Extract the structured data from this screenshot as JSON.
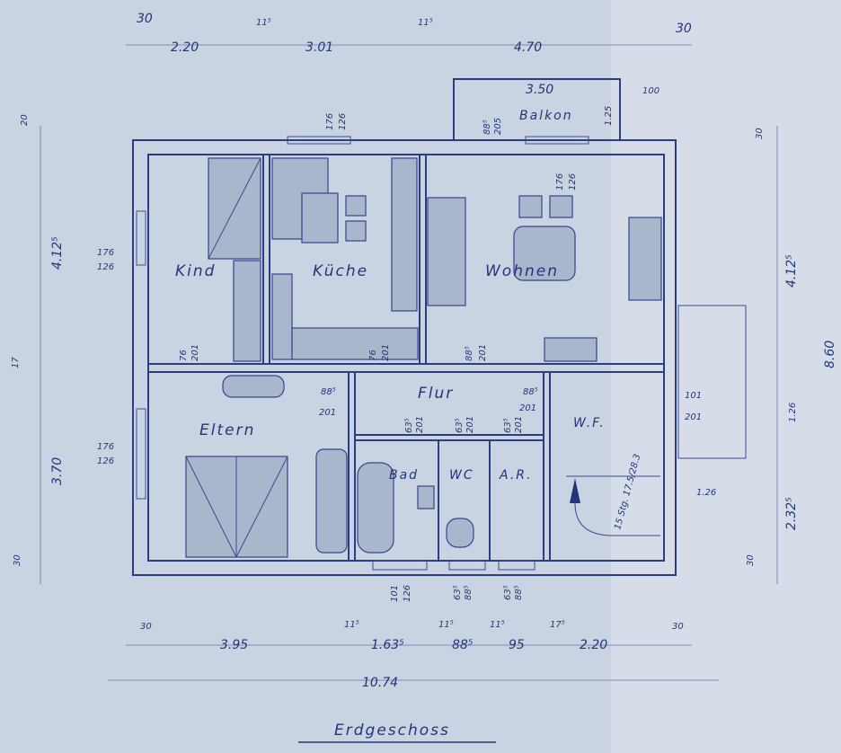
{
  "title": "Erdgeschoss",
  "rooms": {
    "kind": "Kind",
    "kueche": "Küche",
    "wohnen": "Wohnen",
    "balkon": "Balkon",
    "eltern": "Eltern",
    "flur": "Flur",
    "bad": "Bad",
    "wc": "WC",
    "ar": "A.R.",
    "wf": "W.F."
  },
  "top_dims": [
    "30",
    "2.20",
    "11⁵",
    "3.01",
    "11⁵",
    "4.70",
    "30"
  ],
  "balcony_dims": {
    "width": "3.50",
    "side": "100",
    "depth": "1.25"
  },
  "bottom_dims": [
    "30",
    "3.95",
    "11⁵",
    "1.63⁵",
    "11⁵",
    "88⁵",
    "11⁵",
    "95",
    "17⁵",
    "2.20",
    "30"
  ],
  "total_width": "10.74",
  "left_dims": [
    "20",
    "4.12⁵",
    "17",
    "3.70",
    "30"
  ],
  "right_dims": [
    "30",
    "4.12⁵",
    "8.60",
    "1.26",
    "2.32⁵",
    "30",
    "1.26"
  ],
  "window_labels": {
    "kind": [
      "176",
      "126"
    ],
    "eltern": [
      "176",
      "126"
    ],
    "kueche": [
      "176",
      "126"
    ],
    "wohnen": [
      "176",
      "126"
    ],
    "balkon_door": [
      "88⁵",
      "205"
    ],
    "bad": [
      "101",
      "126"
    ],
    "wc": [
      "63⁵",
      "88⁵"
    ],
    "ar": [
      "63⁵",
      "88⁵"
    ],
    "wf_door": [
      "101",
      "201"
    ]
  },
  "door_labels": {
    "kind": [
      "76",
      "201"
    ],
    "kueche": [
      "76",
      "201"
    ],
    "wohnen": [
      "88⁵",
      "201"
    ],
    "eltern": [
      "88⁵",
      "201"
    ],
    "wf": [
      "88⁵",
      "201"
    ],
    "bad": [
      "63⁵",
      "201"
    ],
    "wc": [
      "63⁵",
      "201"
    ],
    "ar": [
      "63⁵",
      "201"
    ]
  },
  "stair_label": "15 Stg. 17.5/28.3",
  "colors": {
    "paper": "#c9d3e2",
    "ink": "#23367a"
  }
}
